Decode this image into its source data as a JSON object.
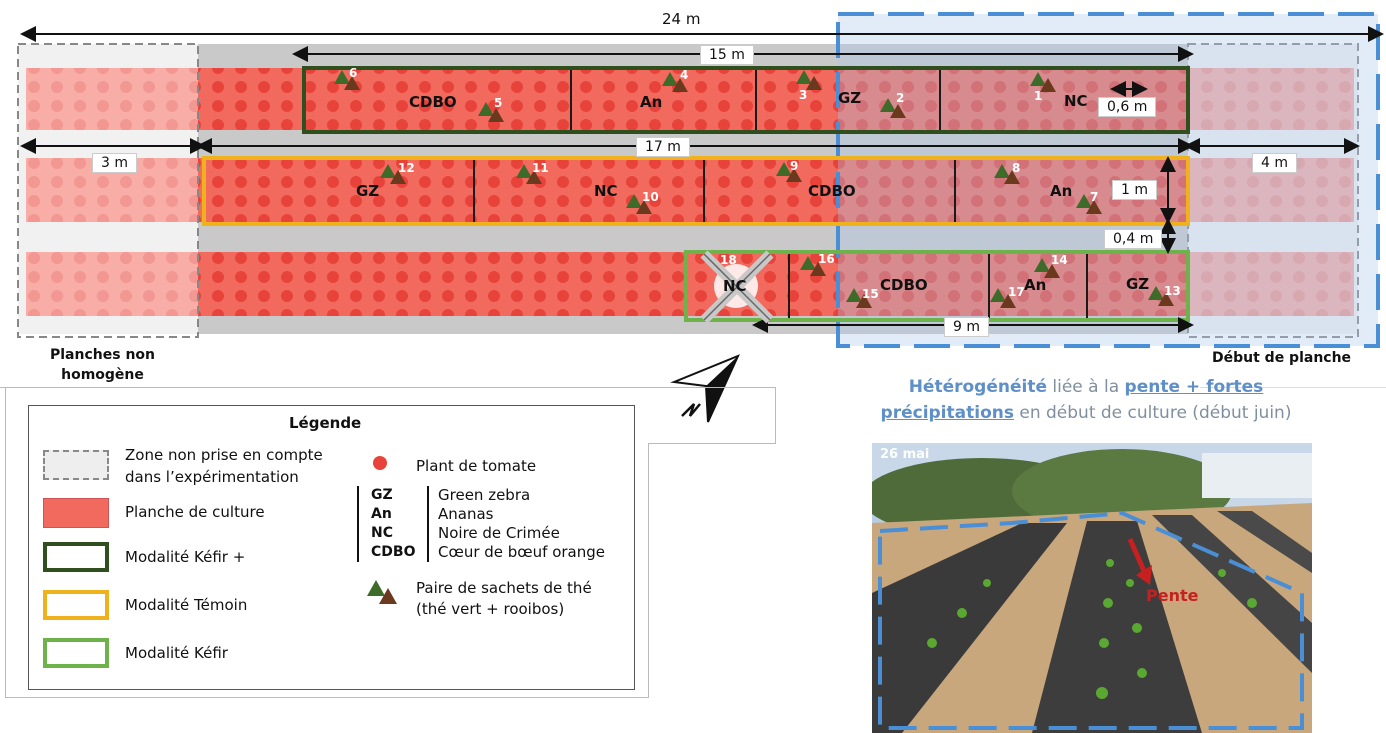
{
  "dimensions": {
    "total": "24 m",
    "kefir_plus_len": "15 m",
    "temoin_len": "17 m",
    "left_zone": "3 m",
    "right_zone": "4 m",
    "kefir_len": "9 m",
    "bed_width": "1 m",
    "gap": "0,4 m",
    "spacing": "0,6 m"
  },
  "row1": {
    "labels": [
      "CDBO",
      "An",
      "GZ",
      "NC"
    ],
    "numbers": [
      "6",
      "5",
      "4",
      "3",
      "2",
      "1"
    ]
  },
  "row2": {
    "labels": [
      "GZ",
      "NC",
      "CDBO",
      "An"
    ],
    "numbers": [
      "12",
      "11",
      "10",
      "9",
      "8",
      "7"
    ]
  },
  "row3": {
    "labels": [
      "NC",
      "CDBO",
      "An",
      "GZ"
    ],
    "numbers": [
      "18",
      "16",
      "15",
      "17",
      "14",
      "13"
    ]
  },
  "annotations": {
    "non_homogeneous": "Planches non\nhomogène",
    "start_of_bed": "Début de planche",
    "heterogeneity_1": "Hétérogénéité",
    "heterogeneity_2": " liée à la ",
    "heterogeneity_3": "pente + fortes",
    "heterogeneity_4": "précipitations",
    "heterogeneity_5": " en début de culture (début juin)"
  },
  "photo": {
    "date": "26 mai",
    "slope": "Pente"
  },
  "legend": {
    "title": "Légende",
    "zone": "Zone non prise en compte\ndans l’expérimentation",
    "bed": "Planche de culture",
    "kefir_plus": "Modalité Kéfir +",
    "temoin": "Modalité Témoin",
    "kefir": "Modalité Kéfir",
    "plant": "Plant de tomate",
    "abbr": [
      "GZ",
      "An",
      "NC",
      "CDBO"
    ],
    "names": [
      "Green zebra",
      "Ananas",
      "Noire de Crimée",
      "Cœur de bœuf orange"
    ],
    "tea": "Paire de sachets de thé\n(thé vert + rooibos)"
  },
  "colors": {
    "bed": "#f26a5e",
    "dot": "#e8433a",
    "kefir_plus": "#2f4f1f",
    "temoin": "#f0b21c",
    "kefir": "#6db24b",
    "zone_blue": "#4a8fd6",
    "tri_green": "#3f6b2a",
    "tri_brown": "#6b3a1e"
  }
}
